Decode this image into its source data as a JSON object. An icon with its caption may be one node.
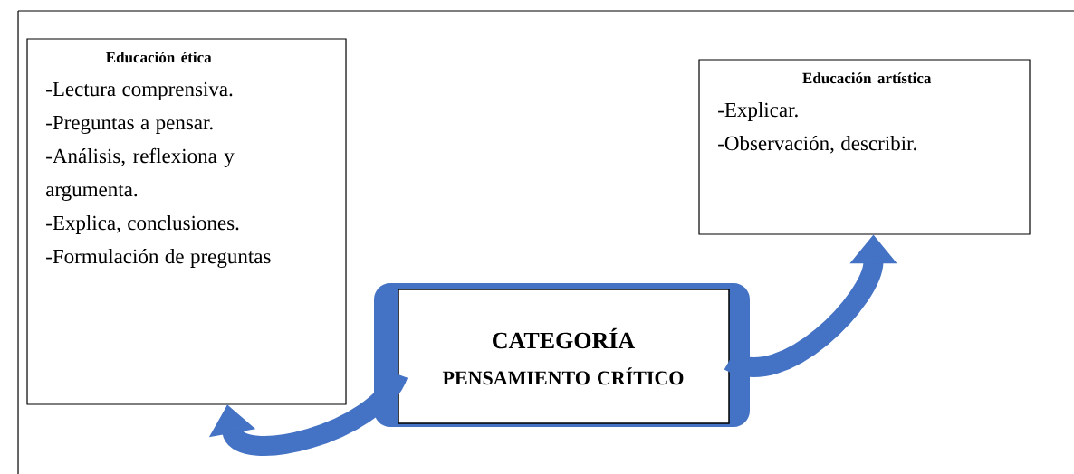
{
  "diagram": {
    "nodes": [
      {
        "text": [
          "Educación ética",
          "-Lectura comprensiva.",
          "-Preguntas a pensar.",
          "-Análisis, reflexiona y argumenta.",
          "-Explica, conclusiones.",
          "-Formulación de preguntas"
        ]
      },
      {
        "text": [
          "CATEGORÍA",
          "PENSAMIENTO CRÍTICO"
        ]
      },
      {
        "text": [
          "Educación artística",
          "-Explicar.",
          "-Observación, describir."
        ]
      }
    ],
    "edges": [
      {
        "from": 1,
        "to": 0,
        "arrow": "to"
      },
      {
        "from": 1,
        "to": 2,
        "arrow": "to"
      }
    ]
  }
}
